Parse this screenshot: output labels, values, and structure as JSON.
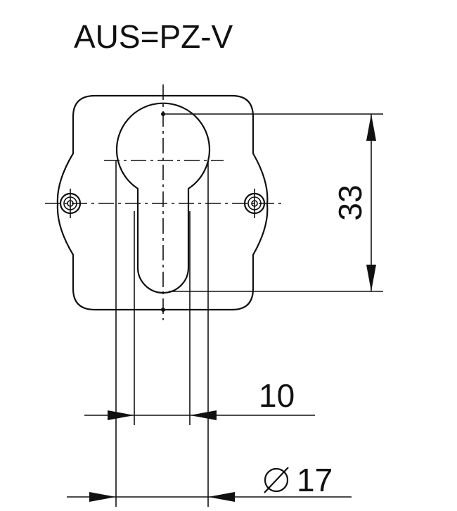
{
  "title": "AUS=PZ-V",
  "dimensions": {
    "height_label": "33",
    "slot_width_label": "10",
    "diameter_symbol": "⌀",
    "diameter_label": "17"
  },
  "colors": {
    "line": "#111111",
    "background": "#ffffff"
  }
}
